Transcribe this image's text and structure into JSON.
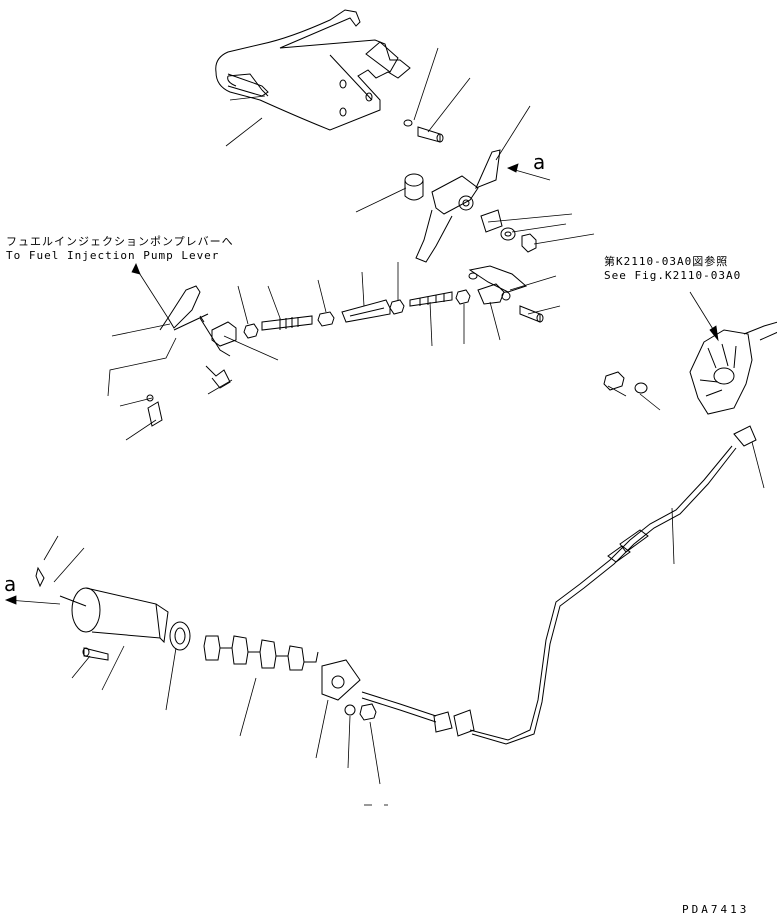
{
  "notes": {
    "fuel_pump_jp": "フュエルインジェクションポンプレバーへ",
    "fuel_pump_en": "To Fuel Injection Pump Lever",
    "see_fig_jp": "第K2110-03A0図参照",
    "see_fig_en": "See Fig.K2110-03A0"
  },
  "view_markers": {
    "top": "a",
    "left": "a"
  },
  "drawing_code": "PDA7413",
  "line_color": "#000000",
  "background": "#ffffff"
}
